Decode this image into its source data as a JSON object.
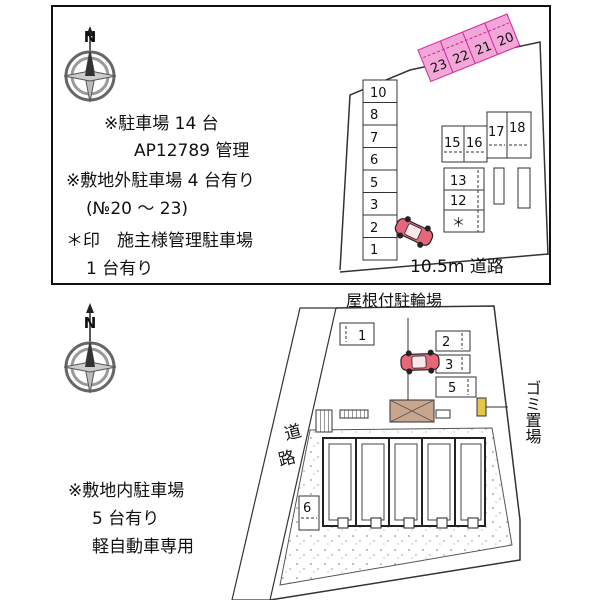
{
  "top_map": {
    "notes": {
      "line1": "※駐車場 14 台",
      "line2": "AP12789 管理",
      "line3": "※敷地外駐車場 4 台有り",
      "line4": "(№20 ～ 23)",
      "line5": "＊印　施主様管理駐車場",
      "line6": "1 台有り"
    },
    "road_label": "10.5m 道路",
    "compass_letter": "N",
    "left_column_spaces": [
      "10",
      "8",
      "7",
      "6",
      "5",
      "3",
      "2",
      "1"
    ],
    "right_block_spaces": [
      "15",
      "16",
      "17",
      "18",
      "13",
      "12",
      "＊"
    ],
    "offsite_spaces": [
      "23",
      "22",
      "21",
      "20"
    ],
    "colors": {
      "offsite_fill": "#f3a6d8",
      "offsite_stroke": "#d6259b"
    }
  },
  "bottom_map": {
    "compass_letter": "N",
    "bike_shelter_label": "屋根付駐輪場",
    "garbage_label": "ゴミ置場",
    "road_label": "道路",
    "spaces": [
      "1",
      "2",
      "3",
      "5",
      "6"
    ],
    "notes": {
      "line1": "※敷地内駐車場",
      "line2": "5 台有り",
      "line3": "軽自動車専用"
    }
  }
}
